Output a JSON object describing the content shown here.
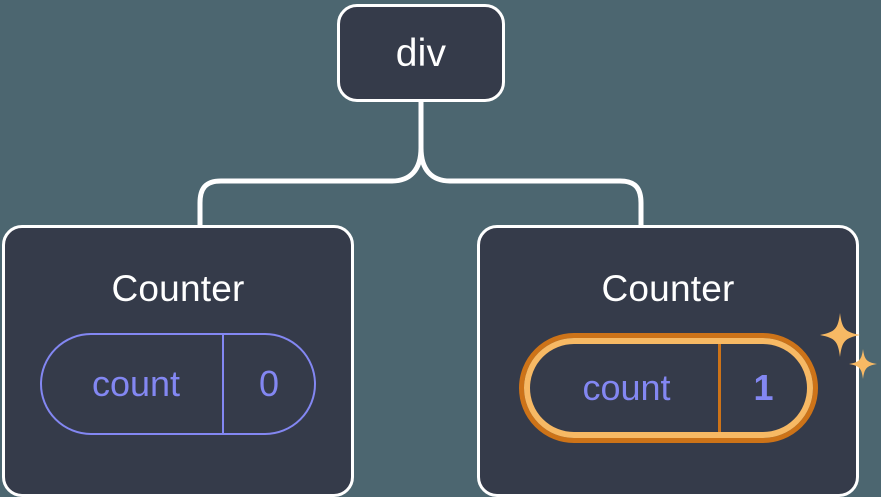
{
  "diagram": {
    "title": "React component tree with highlighted state update",
    "type": "tree",
    "background_color": "#4c6670",
    "node_fill_color": "#353b4a",
    "node_border_color": "#ffffff",
    "accent_color": "#8387f2",
    "highlight_outer_color": "#cd7318",
    "highlight_inner_color": "#f7b964",
    "connector_color": "#ffffff"
  },
  "root": {
    "label": "div"
  },
  "children": [
    {
      "title": "Counter",
      "state": {
        "key": "count",
        "value": "0"
      },
      "highlighted": false
    },
    {
      "title": "Counter",
      "state": {
        "key": "count",
        "value": "1"
      },
      "highlighted": true
    }
  ],
  "icons": {
    "sparkle_large": "sparkle-icon",
    "sparkle_small": "sparkle-icon"
  }
}
